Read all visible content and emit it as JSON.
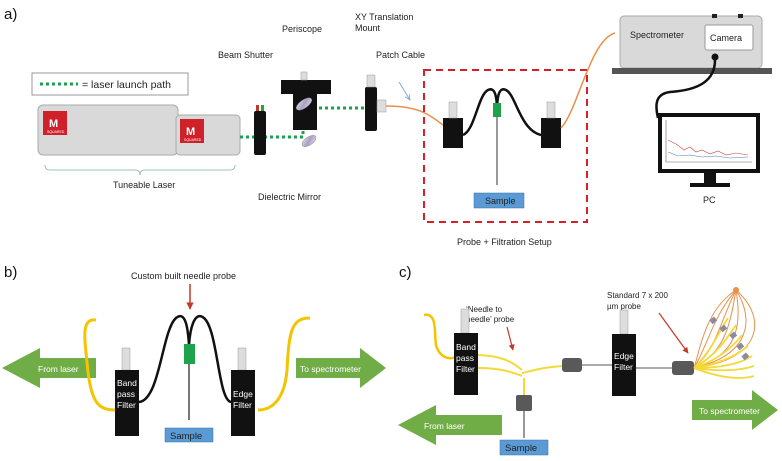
{
  "panel_a": {
    "letter": "a)",
    "legend": "= laser  launch path",
    "laser_label": "Tuneable Laser",
    "logo_letter": "M",
    "logo_text": "SQUARED",
    "beam_shutter": "Beam Shutter",
    "periscope": "Periscope",
    "xy_mount_line1": "XY Translation",
    "xy_mount_line2": "Mount",
    "patch_cable": "Patch Cable",
    "dielectric_mirror": "Dielectric Mirror",
    "spectrometer": "Spectrometer",
    "camera": "Camera",
    "sample": "Sample",
    "setup_caption": "Probe + Filtration Setup",
    "pc": "PC"
  },
  "panel_b": {
    "letter": "b)",
    "probe_label": "Custom built needle probe",
    "from_laser": "From laser",
    "to_spectrometer": "To spectrometer",
    "bandpass_1": "Band",
    "bandpass_2": "pass",
    "bandpass_3": "Filter",
    "edge_1": "Edge",
    "edge_2": "Filter",
    "sample": "Sample"
  },
  "panel_c": {
    "letter": "c)",
    "needle_1": "‘Needle to",
    "needle_2": "needle’ probe",
    "standard_1": "Standard 7 x 200",
    "standard_2": "µm probe",
    "bandpass_1": "Band",
    "bandpass_2": "pass",
    "bandpass_3": "Filter",
    "edge_1": "Edge",
    "edge_2": "Filter",
    "sample": "Sample",
    "from_laser": "From laser",
    "to_spectrometer": "To spectrometer"
  },
  "colors": {
    "laser_path": "#1aa152",
    "fiber_yellow": "#f3c400",
    "fiber_orange": "#e8914b",
    "red_dash": "#d61f26",
    "sample_blue": "#5b9bd5",
    "arrow_green": "#70ad47",
    "needle_green": "#1ea34a",
    "logo_red": "#d0202a"
  }
}
